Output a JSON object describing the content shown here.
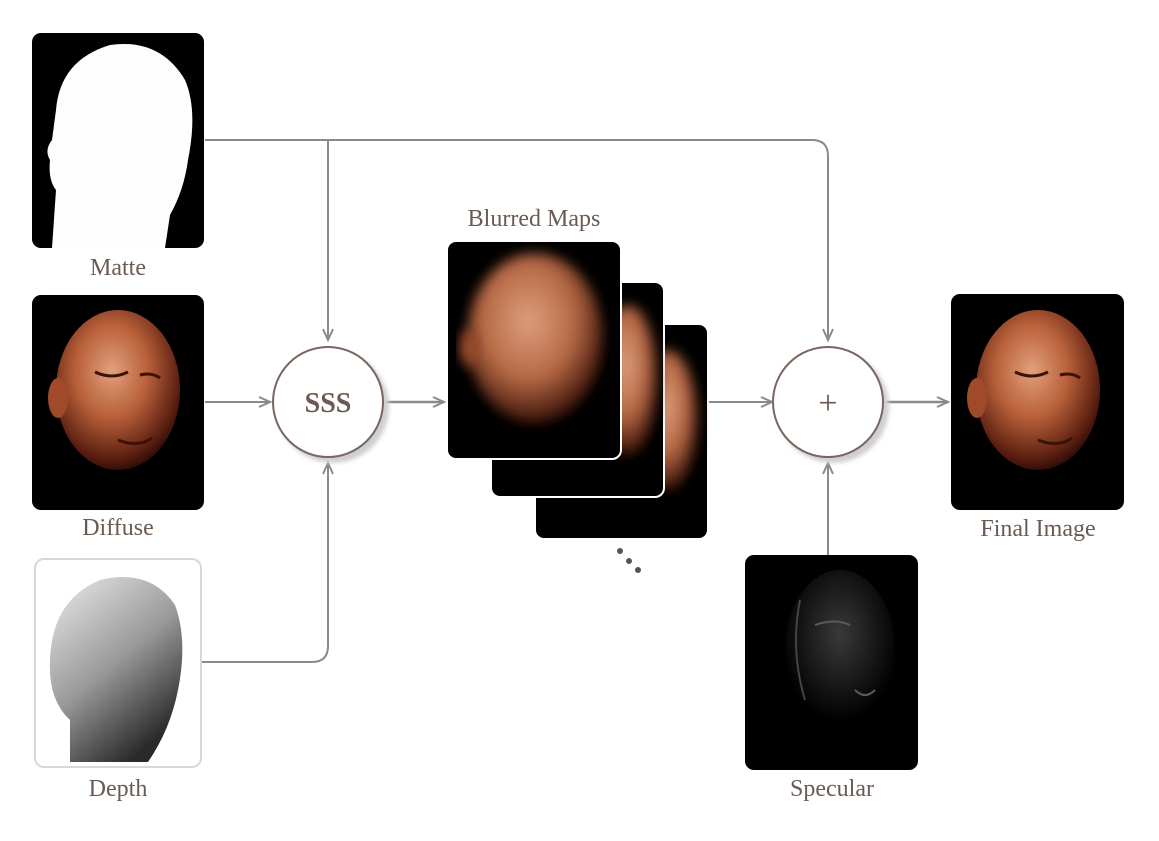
{
  "labels": {
    "matte": "Matte",
    "diffuse": "Diffuse",
    "depth": "Depth",
    "blurred_maps": "Blurred Maps",
    "final_image": "Final Image",
    "specular": "Specular",
    "sss": "SSS",
    "plus": "+"
  },
  "colors": {
    "arrow": "#8a8a8a",
    "circle_stroke": "#7a6660",
    "label_text": "#6a5a52",
    "panel_bg": "#000000",
    "skin": "#c0704a"
  }
}
